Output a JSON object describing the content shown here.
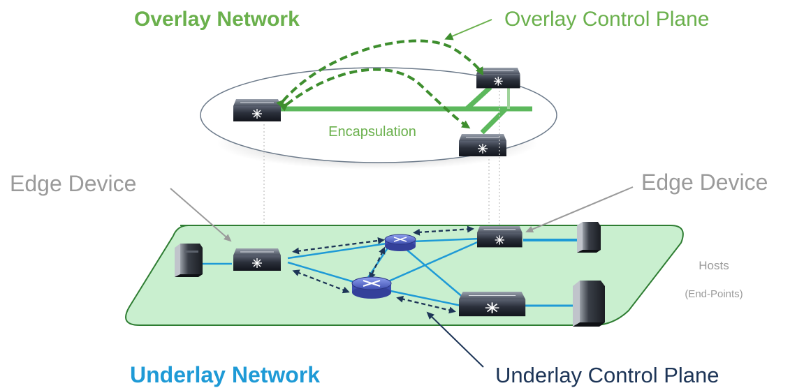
{
  "titles": {
    "overlay_network": "Overlay Network",
    "underlay_network": "Underlay Network"
  },
  "labels": {
    "overlay_control_plane": "Overlay Control Plane",
    "underlay_control_plane": "Underlay Control Plane",
    "encapsulation": "Encapsulation",
    "edge_device_left": "Edge Device",
    "edge_device_right": "Edge Device",
    "hosts": "Hosts",
    "end_points": "(End-Points)"
  },
  "colors": {
    "overlay_green": "#6ab04c",
    "overlay_line": "#5cb85c",
    "control_dash": "#3e8e2e",
    "underlay_blue": "#1e9ad6",
    "underlay_plane_fill": "#c9efcf",
    "underlay_plane_stroke": "#2e7d32",
    "label_grey": "#9a9a9a",
    "dark_navy": "#1d3557",
    "device_dark": "#2a2f3a",
    "router_purple": "#6a7bd6"
  },
  "icons": {
    "switch": "switch-icon",
    "router": "router-icon",
    "server": "server-icon"
  }
}
